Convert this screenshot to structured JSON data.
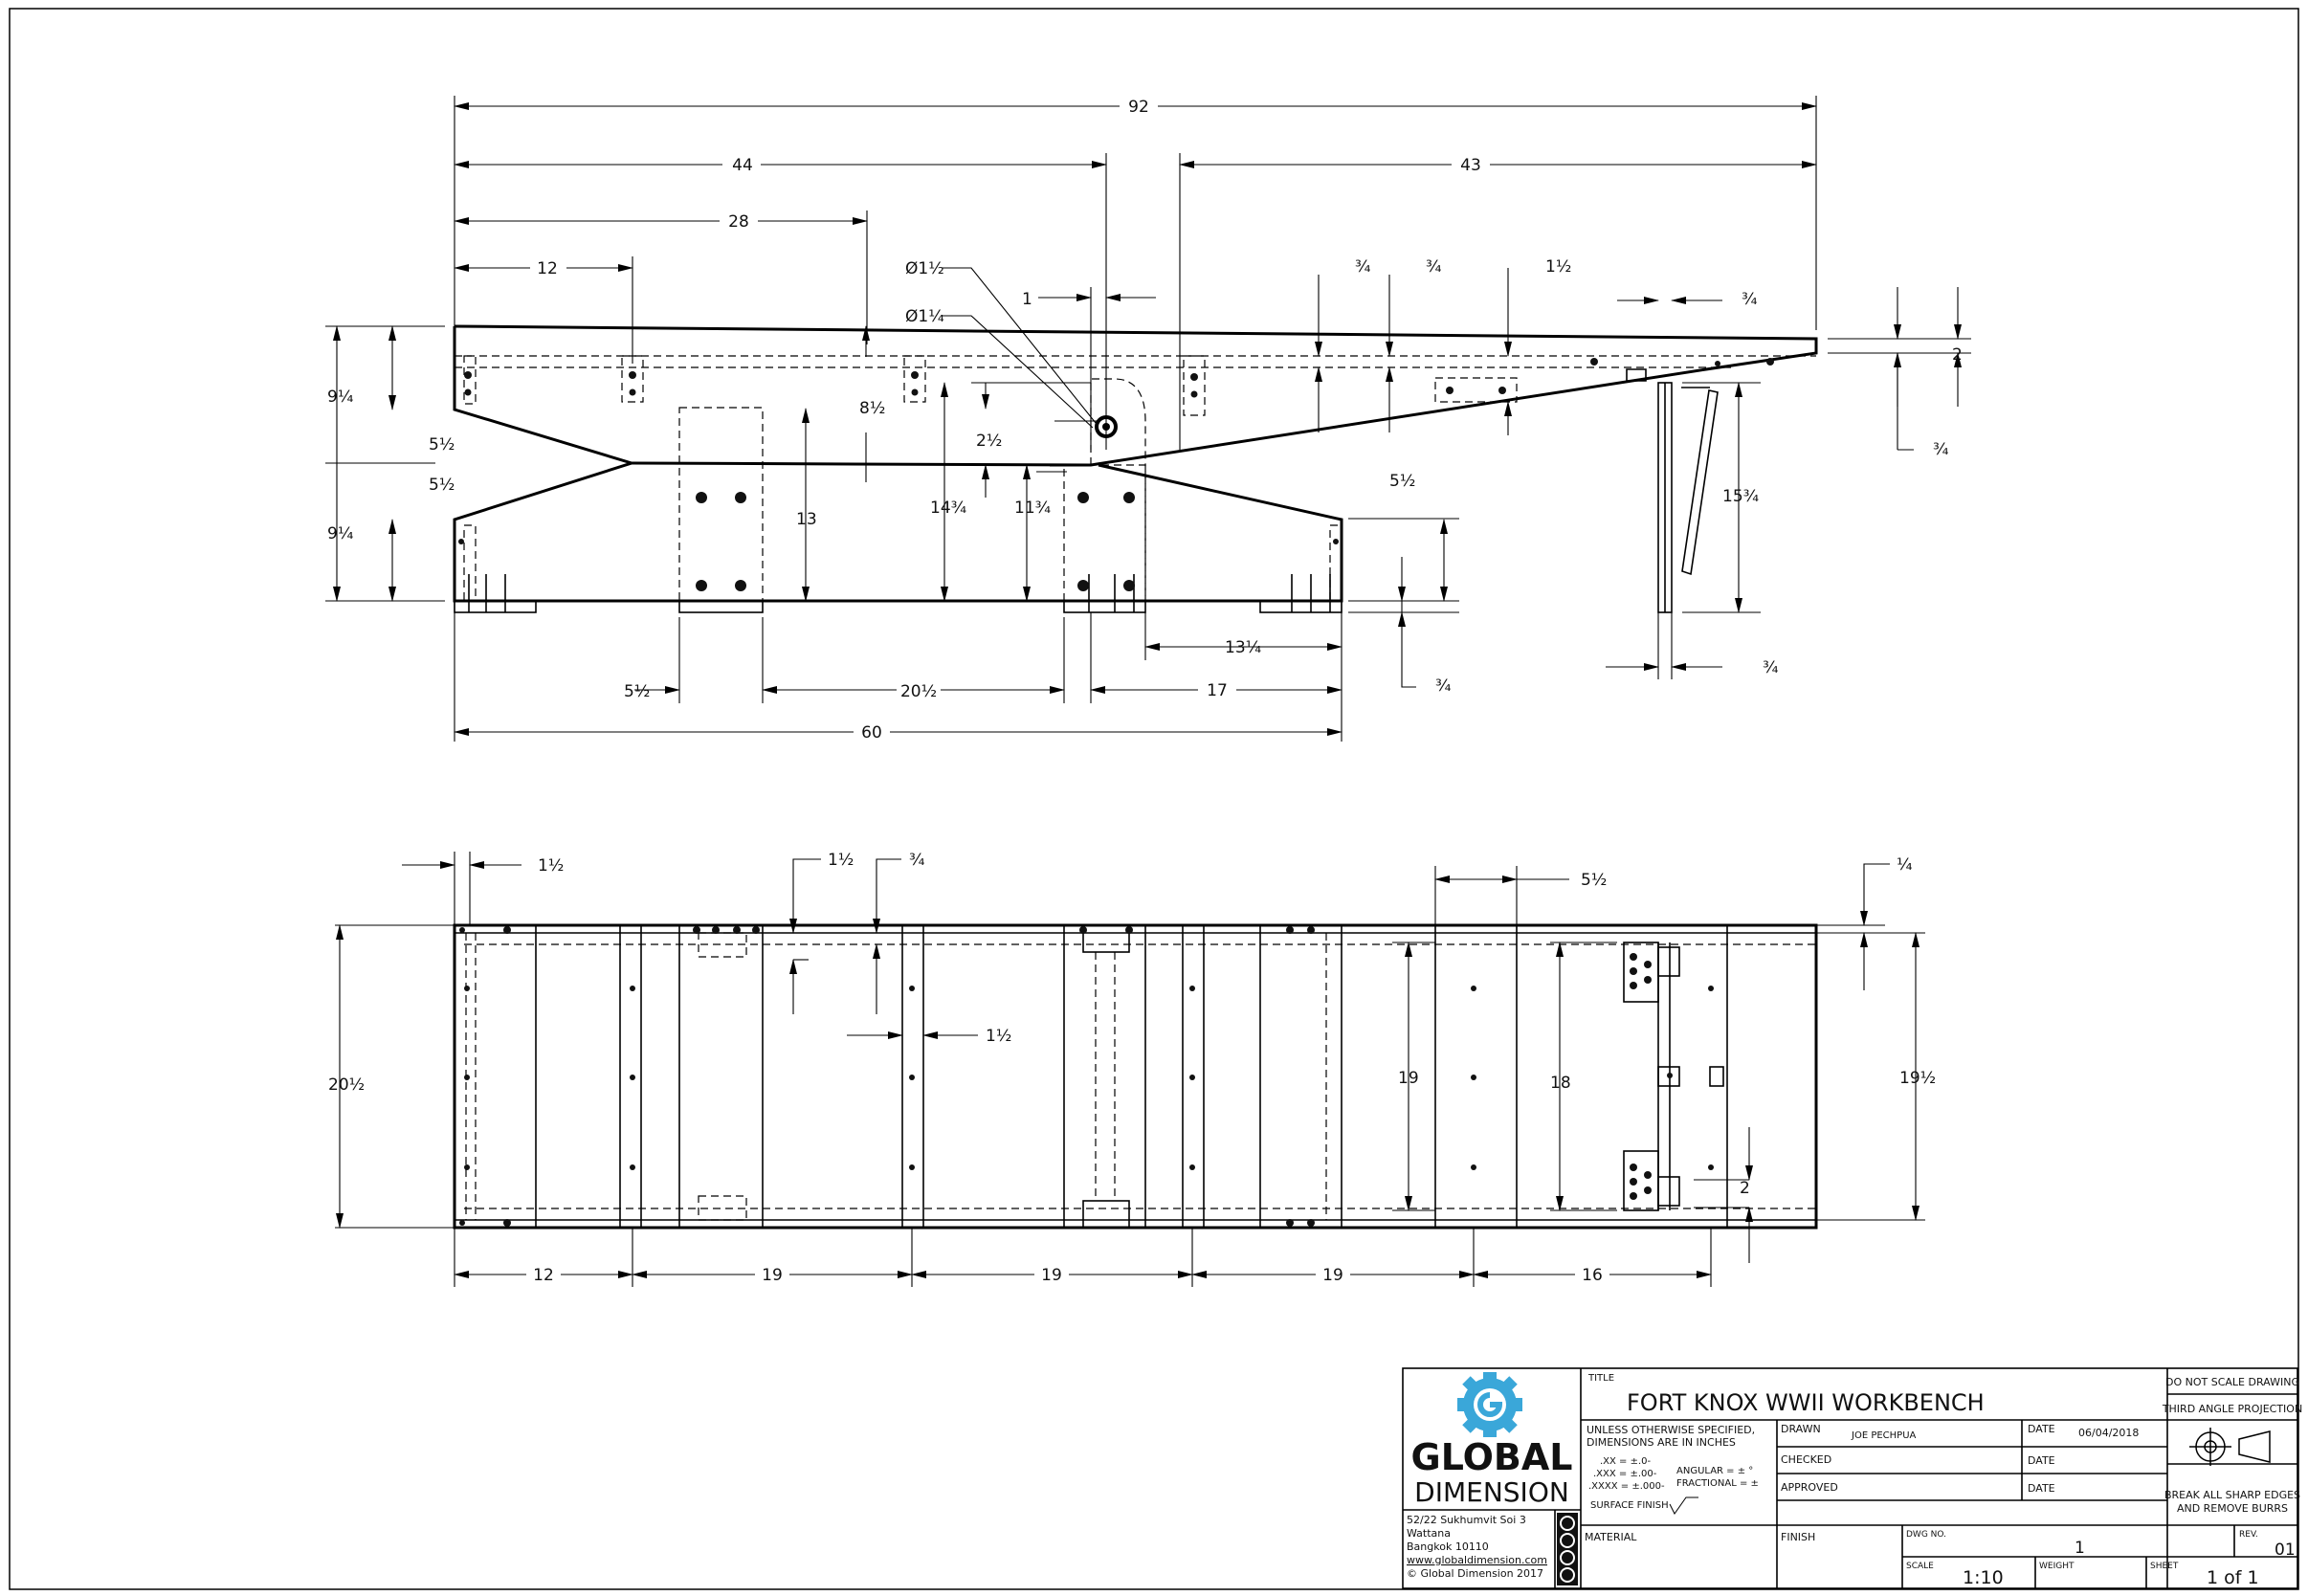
{
  "drawing": {
    "top_view_dims": {
      "d92": "92",
      "d44": "44",
      "d43": "43",
      "d28": "28",
      "d12": "12",
      "dia_1_5": "Ø1½",
      "dia_1_25": "Ø1¼",
      "d1": "1",
      "d3_4a": "¾",
      "d3_4b": "¾",
      "d1_5": "1½",
      "d3_4c": "¾",
      "d2": "2",
      "d3_4d": "¾",
      "d9_25a": "9¼",
      "d5_5a": "5½",
      "d5_5b": "5½",
      "d9_25b": "9¼",
      "d8_5": "8½",
      "d2_5": "2½",
      "d13": "13",
      "d14_75": "14¾",
      "d11_75": "11¾",
      "d5_5c": "5½",
      "d15_75": "15¾",
      "d13_25": "13¼",
      "d3_4e": "¾",
      "d3_4f": "¾",
      "d5_5d": "5½",
      "d20_5": "20½",
      "d17": "17",
      "d60": "60"
    },
    "bottom_view_dims": {
      "d1_5a": "1½",
      "d1_5b": "1½",
      "d3_4": "¾",
      "d5_5": "5½",
      "d1_4": "¼",
      "d1_5c": "1½",
      "d20_5": "20½",
      "d19v": "19",
      "d18": "18",
      "d19_5": "19½",
      "d2": "2",
      "d12": "12",
      "d19a": "19",
      "d19b": "19",
      "d19c": "19",
      "d16": "16"
    }
  },
  "title_block": {
    "company": {
      "name_line1": "GLOBAL",
      "name_line2": "DIMENSION",
      "address": [
        "52/22 Sukhumvit Soi 3",
        "Wattana",
        "Bangkok 10110"
      ],
      "website": "www.globaldimension.com",
      "copyright": "© Global Dimension 2017"
    },
    "title_label": "TITLE",
    "title": "FORT KNOX WWII WORKBENCH",
    "tolerance": {
      "line1": "UNLESS OTHERWISE SPECIFIED,",
      "line2": "DIMENSIONS ARE IN INCHES",
      "xx": ".XX = ±.0-",
      "xxx": ".XXX = ±.00-",
      "xxxx": ".XXXX = ±.000-",
      "angular": "ANGULAR = ± °",
      "fractional": "FRACTIONAL = ±",
      "surface": "SURFACE FINISH"
    },
    "drawn_label": "DRAWN",
    "drawn_value": "JOE PECHPUA",
    "checked_label": "CHECKED",
    "approved_label": "APPROVED",
    "date_label": "DATE",
    "date_value": "06/04/2018",
    "material_label": "MATERIAL",
    "finish_label": "FINISH",
    "dwg_no_label": "DWG NO.",
    "dwg_no": "1",
    "rev_label": "REV.",
    "rev": "01",
    "scale_label": "SCALE",
    "scale": "1:10",
    "weight_label": "WEIGHT",
    "sheet_label": "SHEET",
    "sheet": "1 of 1",
    "do_not_scale": "DO NOT SCALE DRAWING",
    "projection": "THIRD ANGLE PROJECTION",
    "break_edges_1": "BREAK ALL SHARP EDGES",
    "break_edges_2": "AND REMOVE BURRS"
  }
}
